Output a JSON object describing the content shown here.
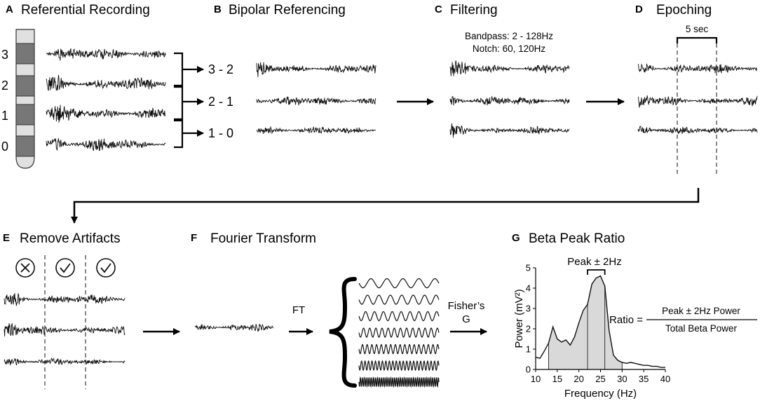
{
  "panels": {
    "A": {
      "letter": "A",
      "title": "Referential Recording",
      "contacts": [
        "3",
        "2",
        "1",
        "0"
      ]
    },
    "B": {
      "letter": "B",
      "title": "Bipolar Referencing",
      "pairs": [
        "3 - 2",
        "2 - 1",
        "1 - 0"
      ]
    },
    "C": {
      "letter": "C",
      "title": "Filtering",
      "bandpass": "Bandpass: 2 - 128Hz",
      "notch": "Notch: 60, 120Hz"
    },
    "D": {
      "letter": "D",
      "title": "Epoching",
      "epoch": "5 sec"
    },
    "E": {
      "letter": "E",
      "title": "Remove Artifacts"
    },
    "F": {
      "letter": "F",
      "title": "Fourier Transform",
      "ft": "FT"
    },
    "G": {
      "letter": "G",
      "title": "Beta Peak Ratio",
      "fisher_line1": "Fisher’s",
      "fisher_line2": "G",
      "peak_label": "Peak ± 2Hz",
      "ratio_label": "Ratio =",
      "ratio_numerator": "Peak ± 2Hz Power",
      "ratio_denominator": "Total Beta Power"
    }
  },
  "icons": [
    "x-circle-icon",
    "check-circle-icon",
    "check-circle-icon"
  ],
  "chart_data": {
    "type": "area",
    "xlabel": "Frequency (Hz)",
    "ylabel": "Power (mV²)",
    "xlim": [
      10,
      40
    ],
    "ylim": [
      0,
      5
    ],
    "xticks": [
      "10",
      "15",
      "20",
      "25",
      "30",
      "35",
      "40"
    ],
    "yticks": [
      "0",
      "1",
      "2",
      "3",
      "4",
      "5"
    ],
    "x": [
      10,
      11,
      12,
      13,
      14,
      15,
      16,
      17,
      18,
      19,
      20,
      21,
      22,
      23,
      24,
      25,
      26,
      27,
      28,
      29,
      30,
      31,
      32,
      33,
      34,
      35,
      36,
      37,
      38,
      39,
      40
    ],
    "y": [
      0.6,
      0.55,
      0.9,
      1.3,
      2.1,
      1.5,
      1.35,
      1.45,
      1.2,
      1.6,
      2.3,
      2.9,
      3.2,
      4.2,
      4.5,
      4.6,
      4.1,
      1.9,
      0.7,
      0.45,
      0.35,
      0.3,
      0.35,
      0.3,
      0.25,
      0.2,
      0.2,
      0.15,
      0.15,
      0.1,
      0.1
    ],
    "shaded_range": [
      13,
      30
    ],
    "peak_band": [
      22,
      26
    ],
    "fill": "#d9d9d9"
  }
}
